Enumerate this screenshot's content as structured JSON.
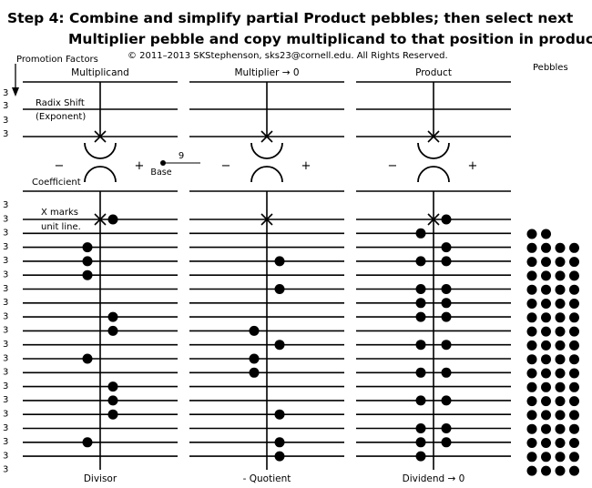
{
  "title_line1": "Step 4: Combine and simplify partial Product pebbles; then select next",
  "title_line2": "Multiplier pebble and copy multiplicand to that position in product.",
  "copyright": "© 2011–2013 SKStephenson, sks23@cornell.edu. All Rights Reserved.",
  "promotion_factors": "Promotion Factors",
  "pebbles_label": "Pebbles",
  "factor_char": "3",
  "columns": [
    {
      "key": "multiplicand",
      "header": "Multiplicand",
      "footer": "Divisor",
      "center": 110
    },
    {
      "key": "multiplier",
      "header": "Multiplier → 0",
      "footer": "- Quotient",
      "center": 293
    },
    {
      "key": "product",
      "header": "Product",
      "footer": "Dividend → 0",
      "center": 476
    }
  ],
  "labels": {
    "radix_shift": "Radix Shift",
    "exponent": "(Exponent)",
    "coefficient": "Coefficient",
    "x_marks": "X marks",
    "unit_line": "unit line.",
    "minus": "−",
    "plus": "+",
    "base_value": "9",
    "base_label": "Base"
  },
  "exponent_pebbles": [],
  "coefficient_pebbles": {
    "multiplicand": [
      [
        0,
        1
      ],
      [
        2,
        0
      ],
      [
        3,
        0
      ],
      [
        4,
        0
      ],
      [
        7,
        1
      ],
      [
        8,
        1
      ],
      [
        10,
        0
      ],
      [
        12,
        1
      ],
      [
        13,
        1
      ],
      [
        14,
        1
      ],
      [
        16,
        0
      ]
    ],
    "multiplier": [
      [
        3,
        1
      ],
      [
        5,
        1
      ],
      [
        8,
        0
      ],
      [
        9,
        1
      ],
      [
        10,
        0
      ],
      [
        11,
        0
      ],
      [
        14,
        1
      ],
      [
        16,
        1
      ],
      [
        17,
        1
      ]
    ],
    "product": [
      [
        0,
        1
      ],
      [
        1,
        0
      ],
      [
        2,
        1
      ],
      [
        3,
        0
      ],
      [
        3,
        1
      ],
      [
        5,
        0
      ],
      [
        5,
        1
      ],
      [
        6,
        0
      ],
      [
        6,
        1
      ],
      [
        7,
        0
      ],
      [
        7,
        1
      ],
      [
        9,
        0
      ],
      [
        9,
        1
      ],
      [
        11,
        0
      ],
      [
        11,
        1
      ],
      [
        13,
        0
      ],
      [
        13,
        1
      ],
      [
        15,
        0
      ],
      [
        15,
        1
      ],
      [
        16,
        0
      ],
      [
        16,
        1
      ],
      [
        17,
        0
      ]
    ]
  },
  "pebble_supply": {
    "rows": 18,
    "cols": 4,
    "first_row_count": 2
  }
}
